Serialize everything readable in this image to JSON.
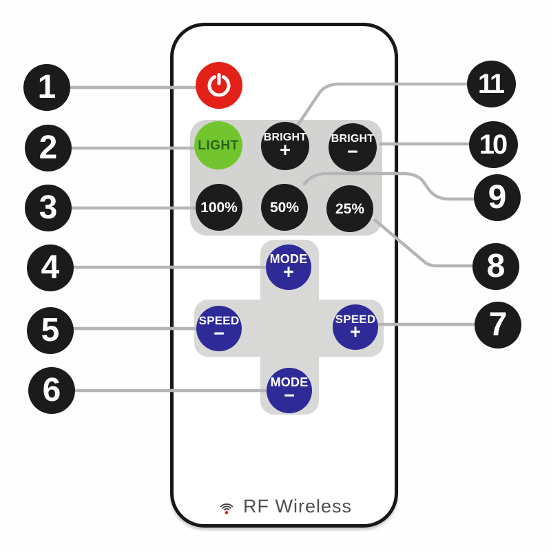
{
  "remote": {
    "buttons": {
      "power": {
        "icon": "power-icon",
        "bg": "#e32119"
      },
      "light": {
        "label": "LIGHT",
        "bg": "#72c52f",
        "fg": "#2b621b"
      },
      "bright_plus": {
        "line1": "BRIGHT",
        "line2": "+",
        "bg": "#1c1c1c"
      },
      "bright_minus": {
        "line1": "BRIGHT",
        "line2": "−",
        "bg": "#1c1c1c"
      },
      "pct_100": {
        "label": "100%",
        "bg": "#1c1c1c"
      },
      "pct_50": {
        "label": "50%",
        "bg": "#1c1c1c"
      },
      "pct_25": {
        "label": "25%",
        "bg": "#1c1c1c"
      },
      "mode_plus": {
        "line1": "MODE",
        "line2": "+",
        "bg": "#2e2b98"
      },
      "speed_minus": {
        "line1": "SPEED",
        "line2": "−",
        "bg": "#2e2b98"
      },
      "speed_plus": {
        "line1": "SPEED",
        "line2": "+",
        "bg": "#2e2b98"
      },
      "mode_minus": {
        "line1": "MODE",
        "line2": "−",
        "bg": "#2e2b98"
      }
    },
    "brand": "RF Wireless"
  },
  "callouts": {
    "left": [
      "1",
      "2",
      "3",
      "4",
      "5",
      "6"
    ],
    "right": [
      "11",
      "10",
      "9",
      "8",
      "7"
    ]
  },
  "colors": {
    "power_red": "#e32119",
    "light_green": "#72c52f",
    "button_black": "#1c1c1c",
    "button_blue": "#2e2b98",
    "panel_gray": "#d3d3d1",
    "leader_line_gray": "#b5b5b5",
    "wifi_dot_red": "#e02020"
  }
}
